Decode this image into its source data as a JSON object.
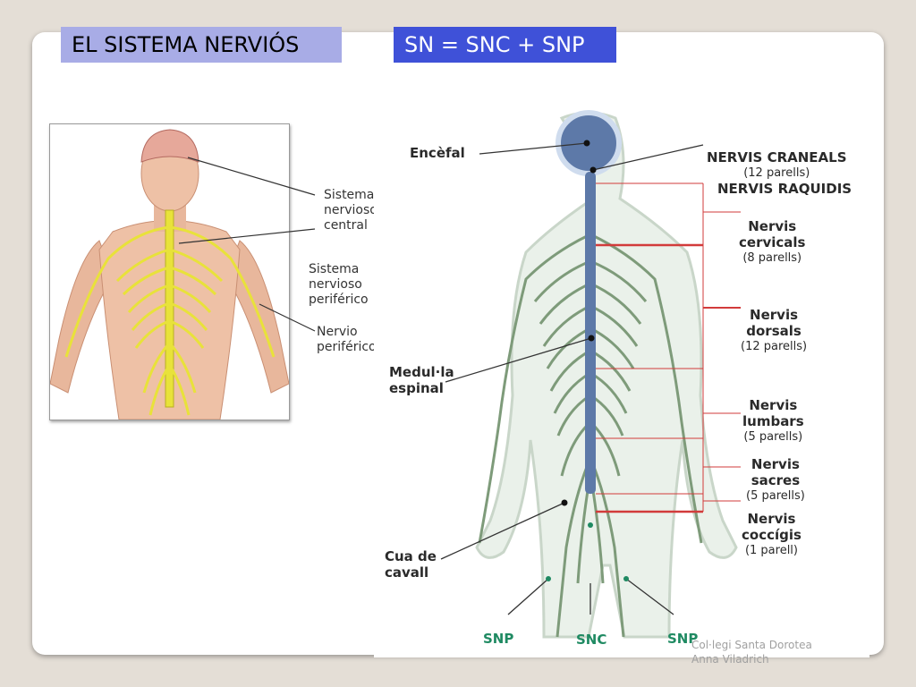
{
  "slide": {
    "title_left": "EL SISTEMA NERVIÓS",
    "title_right": "SN = SNC + SNP"
  },
  "left_figure": {
    "labels": {
      "central": "Sistema\nnervioso\ncentral",
      "periferico": "Sistema\nnervioso\nperiférico",
      "nervio": "Nervio\nperiférico"
    }
  },
  "right_figure": {
    "encefal": "Encèfal",
    "medulla": "Medul·la\nespinal",
    "cua": "Cua de\ncavall",
    "craneals": "NERVIS CRANEALS",
    "craneals_sub": "(12 parells)",
    "raquidis": "NERVIS RAQUIDIS",
    "cervicals": "Nervis\ncervicals",
    "cervicals_sub": "(8 parells)",
    "dorsals": "Nervis\ndorsals",
    "dorsals_sub": "(12 parells)",
    "lumbars": "Nervis\nlumbars",
    "lumbars_sub": "(5 parells)",
    "sacres": "Nervis\nsacres",
    "sacres_sub": "(5 parells)",
    "coccigis": "Nervis\ncoccígis",
    "coccigis_sub": "(1 parell)",
    "snp_left": "SNP",
    "snc": "SNC",
    "snp_right": "SNP"
  },
  "footer": {
    "line1": "Col·legi Santa Dorotea",
    "line2": "Anna Viladrich"
  },
  "colors": {
    "title_left_bg": "#a8ace6",
    "title_right_bg": "#3f51d8",
    "nerve_yellow": "#e8e23a",
    "nerve_green": "#7e9b7a",
    "cns_blue": "#5d79a8",
    "marker_red": "#d23b3b"
  }
}
